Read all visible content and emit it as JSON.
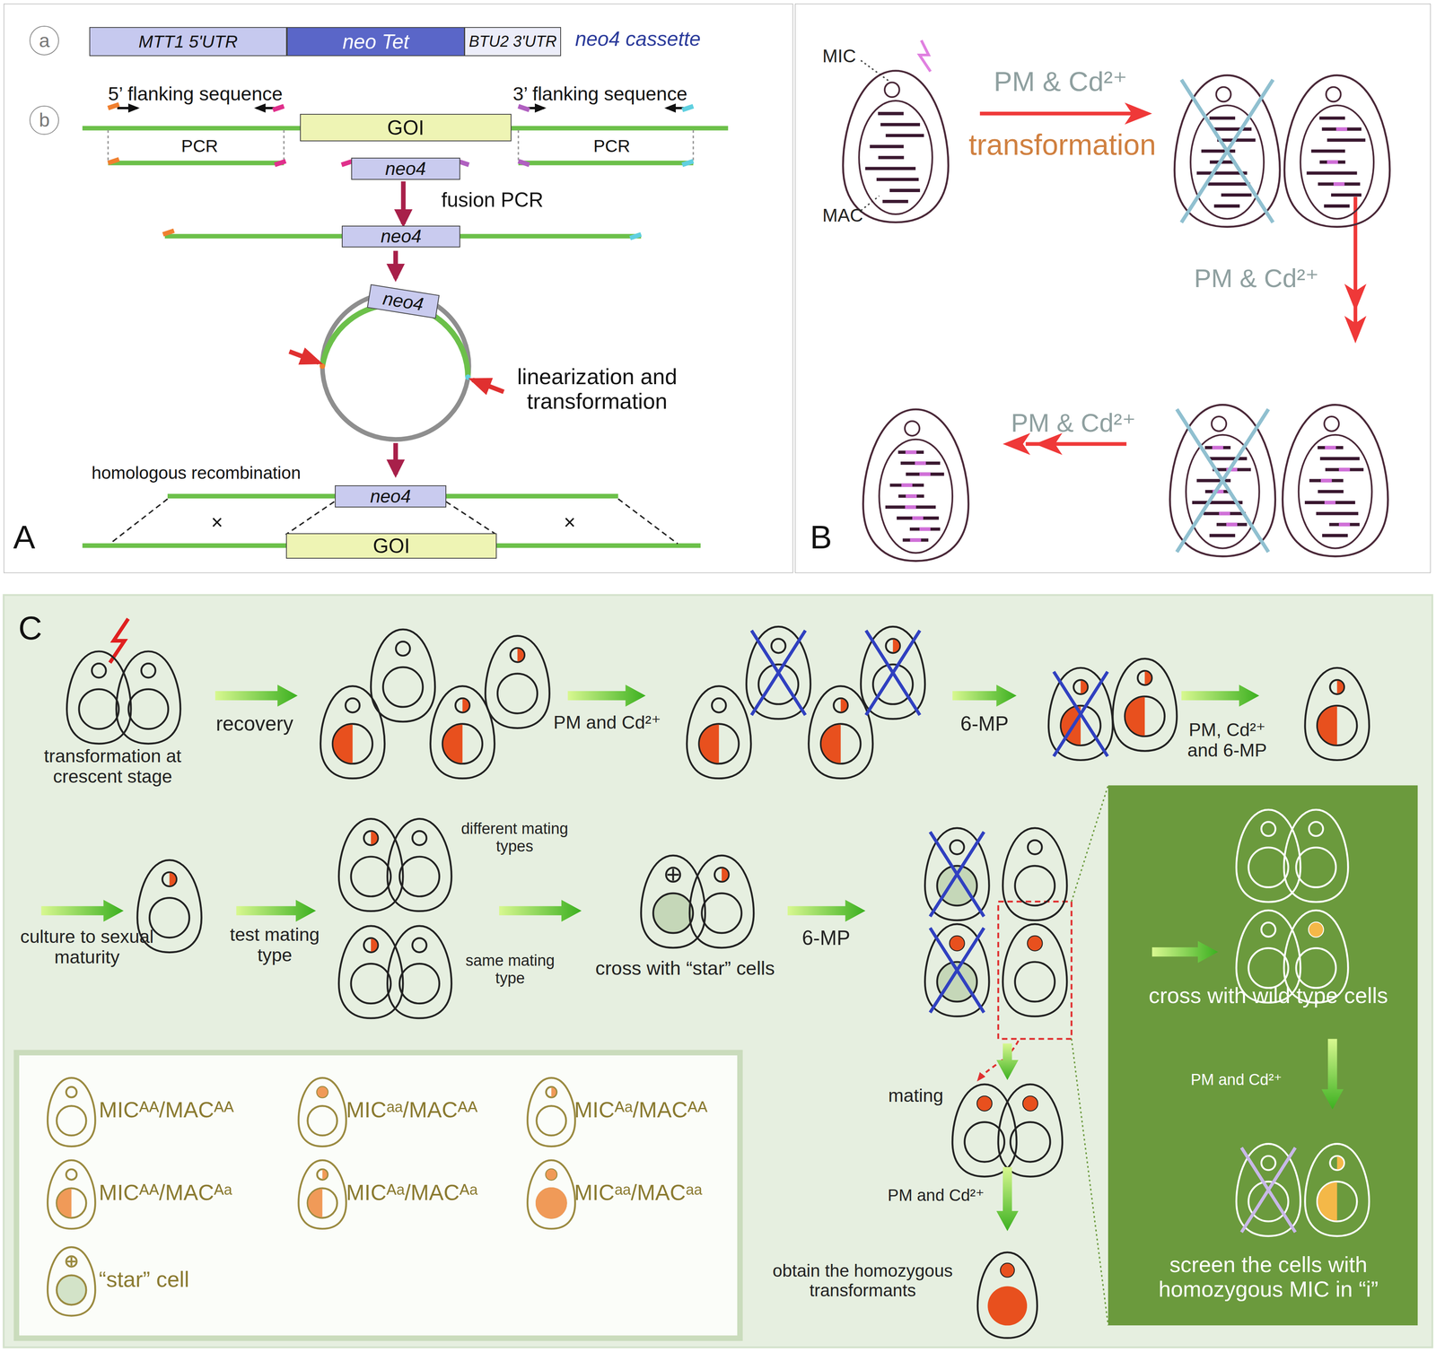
{
  "diagram": {
    "nodes": [
      {
        "text": [
          "A"
        ]
      },
      {
        "text": [
          "a"
        ],
        "in": 0
      },
      {
        "text": [
          "b"
        ],
        "in": 0
      },
      {
        "text": [
          "MTT1 5'UTR"
        ],
        "in": 0
      },
      {
        "text": [
          "neo Tet"
        ],
        "in": 0
      },
      {
        "text": [
          "BTU2 3'UTR"
        ],
        "in": 0
      },
      {
        "text": [
          "GOI"
        ],
        "in": 0
      },
      {
        "text": [
          "neo4"
        ],
        "in": 0
      },
      {
        "text": [
          "neo4"
        ],
        "in": 0
      },
      {
        "text": [
          "neo4"
        ],
        "in": 0
      },
      {
        "text": [
          "neo4"
        ],
        "in": 0
      },
      {
        "text": [
          "GOI"
        ],
        "in": 0
      },
      {
        "text": [
          "B"
        ]
      },
      {
        "text": [
          "C"
        ]
      },
      {
        "text": [
          "cross with wild type cells",
          "PM and Cd²⁺",
          "screen the cells with homozygous MIC in “i”"
        ],
        "in": 13
      }
    ],
    "edges": [
      {
        "from": 7,
        "to": 8,
        "arrow": "to"
      }
    ],
    "labels": [
      "neo4 cassette",
      "5’ flanking sequence",
      "3’ flanking sequence",
      "PCR",
      "PCR",
      "fusion PCR",
      "linearization and transformation",
      "homologous recombination",
      "×",
      "×",
      "MIC",
      "MAC",
      "PM & Cd²⁺",
      "transformation",
      "PM & Cd²⁺",
      "PM & Cd²⁺",
      "transformation at crescent stage",
      "recovery",
      "PM and Cd²⁺",
      "6-MP",
      "PM, Cd²⁺ and 6-MP",
      "culture to sexual maturity",
      "test mating type",
      "different mating types",
      "same mating type",
      "cross with “star” cells",
      "6-MP",
      "mating",
      "PM and Cd²⁺",
      "obtain the homozygous transformants"
    ],
    "legend": [
      {
        "text": "MICᴬᴬ/MACᴬᴬ"
      },
      {
        "text": "MICᵃᵃ/MACᴬᴬ"
      },
      {
        "text": "MICᴬᵃ/MACᴬᴬ"
      },
      {
        "text": "MICᴬᴬ/MACᴬᵃ"
      },
      {
        "text": "MICᴬᵃ/MACᴬᵃ"
      },
      {
        "text": "MICᵃᵃ/MACᵃᵃ"
      },
      {
        "text": "“star” cell"
      }
    ]
  }
}
